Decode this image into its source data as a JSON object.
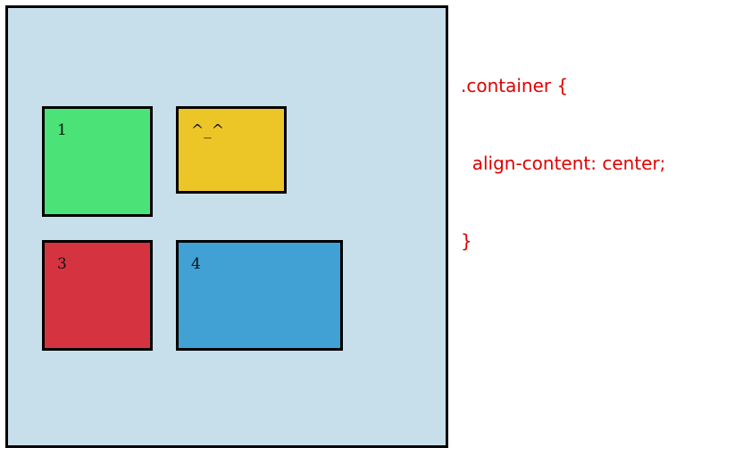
{
  "colors": {
    "container_bg": "#c7dfeb",
    "border": "#000000",
    "code_text": "#e00000"
  },
  "boxes": [
    {
      "label": "1",
      "color": "#4be277"
    },
    {
      "label": "^_^",
      "color": "#ecc527"
    },
    {
      "label": "3",
      "color": "#d63341"
    },
    {
      "label": "4",
      "color": "#41a0d4"
    }
  ],
  "code": {
    "lines": [
      ".container {",
      "  align-content: center;",
      "}"
    ]
  }
}
